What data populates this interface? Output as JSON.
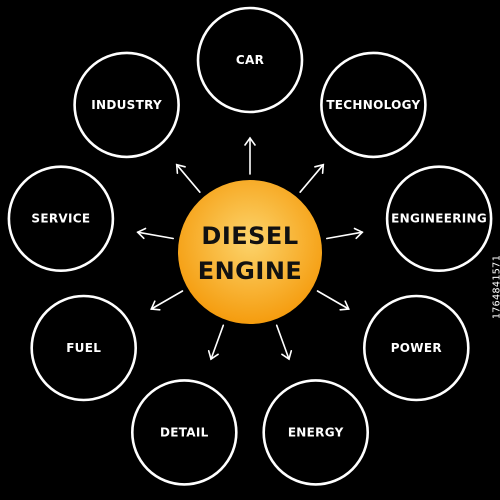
{
  "colors": {
    "background": "#000000",
    "line": "#ffffff",
    "center_fill_inner": "#fcd46c",
    "center_fill_outer": "#f59c0e",
    "center_text": "#111111"
  },
  "center": {
    "line1": "DIESEL",
    "line2": "ENGINE"
  },
  "topics": [
    {
      "label": "CAR"
    },
    {
      "label": "TECHNOLOGY"
    },
    {
      "label": "ENGINEERING"
    },
    {
      "label": "POWER"
    },
    {
      "label": "ENERGY"
    },
    {
      "label": "DETAIL"
    },
    {
      "label": "FUEL"
    },
    {
      "label": "SERVICE"
    },
    {
      "label": "INDUSTRY"
    }
  ],
  "watermark": "1764841571"
}
